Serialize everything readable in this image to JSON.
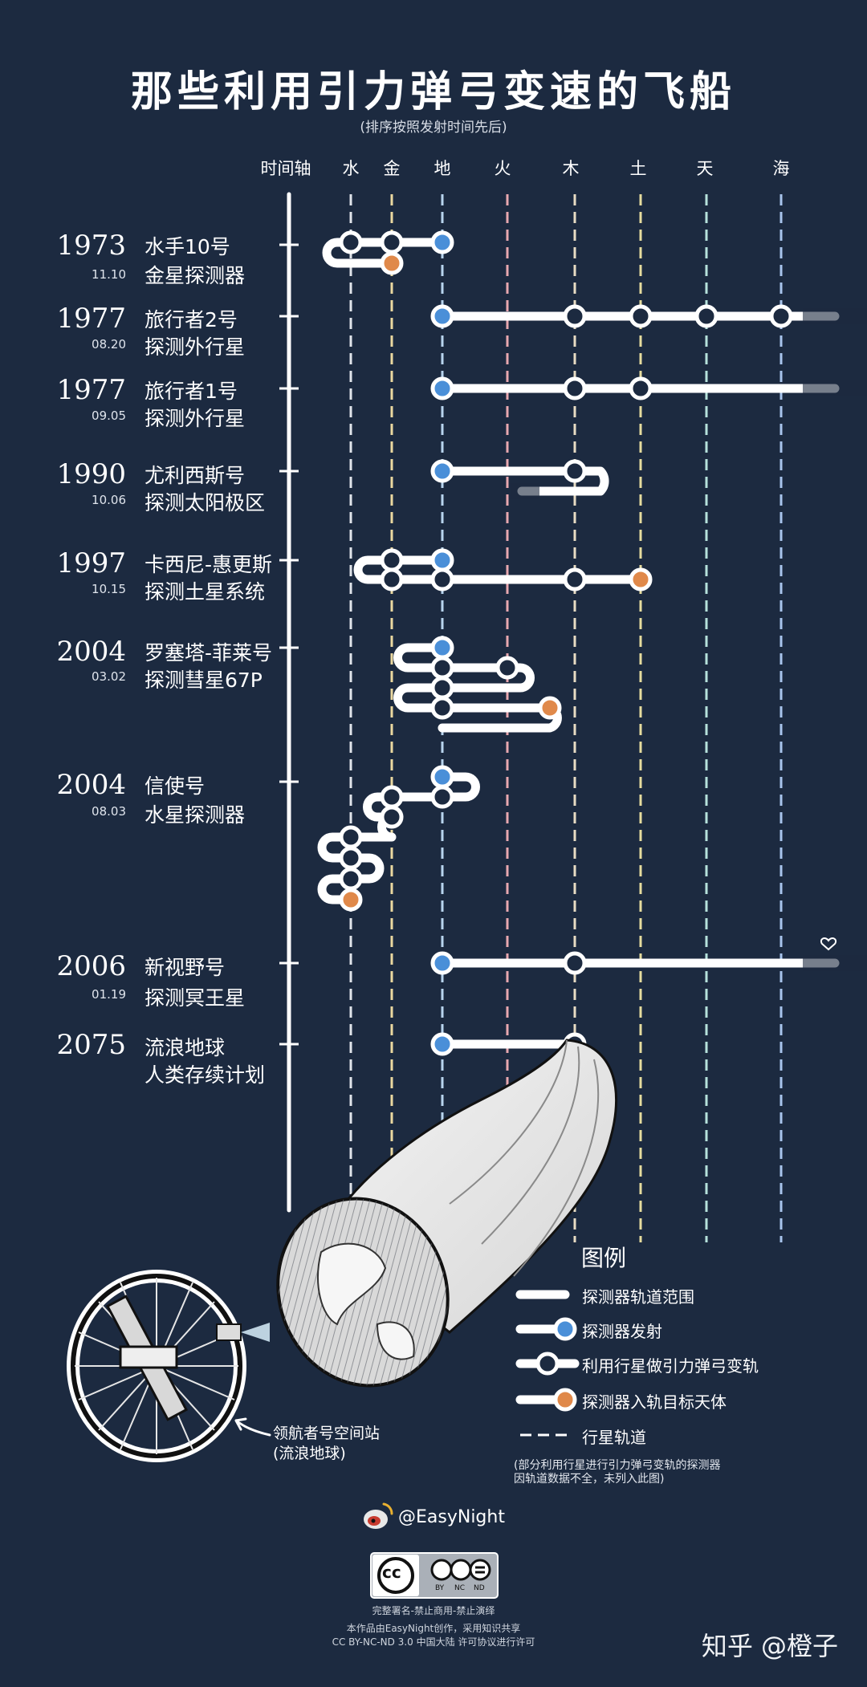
{
  "title": "那些利用引力弹弓变速的飞船",
  "subtitle": "(排序按照发射时间先后)",
  "axis_label": "时间轴",
  "planets": [
    {
      "key": "mercury",
      "label": "水",
      "color": "#e0e4ea"
    },
    {
      "key": "venus",
      "label": "金",
      "color": "#ead8a0"
    },
    {
      "key": "earth",
      "label": "地",
      "color": "#b8d4ee"
    },
    {
      "key": "mars",
      "label": "火",
      "color": "#e8a8b0"
    },
    {
      "key": "jupiter",
      "label": "木",
      "color": "#e8dcc4"
    },
    {
      "key": "saturn",
      "label": "土",
      "color": "#e6dc9e"
    },
    {
      "key": "uranus",
      "label": "天",
      "color": "#b6e2dc"
    },
    {
      "key": "neptune",
      "label": "海",
      "color": "#a8c4ec"
    }
  ],
  "colors": {
    "background": "#1c2a40",
    "track": "#ffffff",
    "launch_dot": "#4a8fd8",
    "target_dot": "#e0894a"
  },
  "spacecraft": [
    {
      "year": "1973",
      "date": "11.10",
      "name": "水手10号",
      "mission": "金星探测器",
      "path": [
        "earth",
        "venus",
        "mercury",
        "venus"
      ],
      "target": "venus",
      "extends": false
    },
    {
      "year": "1977",
      "date": "08.20",
      "name": "旅行者2号",
      "mission": "探测外行星",
      "path": [
        "earth",
        "jupiter",
        "saturn",
        "uranus",
        "neptune"
      ],
      "target": null,
      "extends": true
    },
    {
      "year": "1977",
      "date": "09.05",
      "name": "旅行者1号",
      "mission": "探测外行星",
      "path": [
        "earth",
        "jupiter",
        "saturn"
      ],
      "target": null,
      "extends": true
    },
    {
      "year": "1990",
      "date": "10.06",
      "name": "尤利西斯号",
      "mission": "探测太阳极区",
      "path": [
        "earth",
        "jupiter"
      ],
      "target": null,
      "extends": false
    },
    {
      "year": "1997",
      "date": "10.15",
      "name": "卡西尼-惠更斯",
      "mission": "探测土星系统",
      "path": [
        "earth",
        "venus",
        "venus",
        "earth",
        "jupiter",
        "saturn"
      ],
      "target": "saturn",
      "extends": false
    },
    {
      "year": "2004",
      "date": "03.02",
      "name": "罗塞塔-菲莱号",
      "mission": "探测彗星67P",
      "path": [
        "earth",
        "earth",
        "mars",
        "earth",
        "earth"
      ],
      "target": "comet",
      "extends": false
    },
    {
      "year": "2004",
      "date": "08.03",
      "name": "信使号",
      "mission": "水星探测器",
      "path": [
        "earth",
        "earth",
        "venus",
        "venus",
        "mercury",
        "mercury",
        "mercury",
        "mercury"
      ],
      "target": "mercury",
      "extends": false
    },
    {
      "year": "2006",
      "date": "01.19",
      "name": "新视野号",
      "mission": "探测冥王星",
      "path": [
        "earth",
        "jupiter"
      ],
      "target": null,
      "extends": true
    },
    {
      "year": "2075",
      "date": "",
      "name": "流浪地球",
      "mission": "人类存续计划",
      "path": [
        "earth",
        "jupiter"
      ],
      "target": null,
      "extends": false
    }
  ],
  "legend": {
    "title": "图例",
    "items": [
      {
        "type": "range",
        "label": "探测器轨道范围"
      },
      {
        "type": "launch",
        "label": "探测器发射"
      },
      {
        "type": "assist",
        "label": "利用行星做引力弹弓变轨"
      },
      {
        "type": "target",
        "label": "探测器入轨目标天体"
      },
      {
        "type": "orbit",
        "label": "行星轨道"
      }
    ],
    "note_lines": [
      "(部分利用行星进行引力弹弓变轨的探测器",
      "因轨道数据不全，未列入此图)"
    ]
  },
  "station": {
    "line1": "领航者号空间站",
    "line2": "(流浪地球)"
  },
  "credit": {
    "weibo": "@EasyNight",
    "cc_badges": [
      "BY",
      "NC",
      "ND"
    ],
    "cc_line1": "完整署名-禁止商用-禁止演绎",
    "cc_line2": "本作品由EasyNight创作，采用知识共享",
    "cc_line3": "CC BY-NC-ND 3.0 中国大陆 许可协议进行许可"
  },
  "watermark": "知乎 @橙子"
}
